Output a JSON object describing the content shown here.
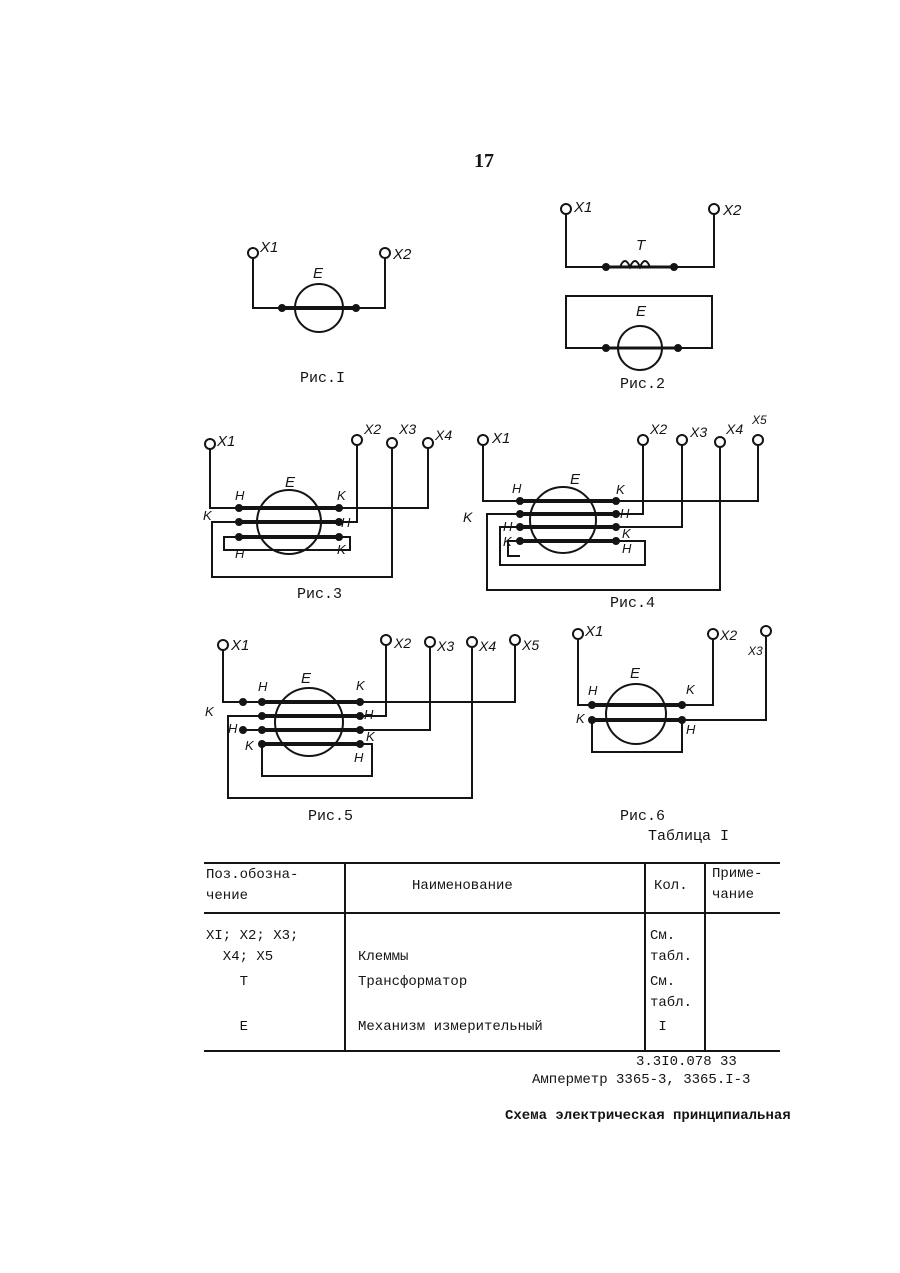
{
  "page_number": "17",
  "figures": {
    "fig1": {
      "caption": "Рис.I",
      "terminals": [
        "X1",
        "X2"
      ],
      "element": "E"
    },
    "fig2": {
      "caption": "Рис.2",
      "terminals": [
        "X1",
        "X2"
      ],
      "transformer": "T",
      "element": "E"
    },
    "fig3": {
      "caption": "Рис.3",
      "terminals": [
        "X1",
        "X2",
        "X3",
        "X4"
      ],
      "element": "E",
      "coil_labels": [
        "H",
        "K",
        "K",
        "H",
        "H",
        "K"
      ]
    },
    "fig4": {
      "caption": "Рис.4",
      "terminals": [
        "X1",
        "X2",
        "X3",
        "X4",
        "X5"
      ],
      "element": "E",
      "coil_labels": [
        "H",
        "K",
        "H",
        "K",
        "H",
        "K",
        "K",
        "H"
      ]
    },
    "fig5": {
      "caption": "Рис.5",
      "terminals": [
        "X1",
        "X2",
        "X3",
        "X4",
        "X5"
      ],
      "element": "E",
      "coil_labels": [
        "H",
        "K",
        "K",
        "H",
        "H",
        "K",
        "K",
        "H"
      ]
    },
    "fig6": {
      "caption": "Рис.6",
      "terminals": [
        "X1",
        "X2",
        "X3"
      ],
      "element": "E",
      "coil_labels": [
        "H",
        "K",
        "K",
        "H"
      ]
    }
  },
  "table": {
    "title": "Таблица I",
    "headers": {
      "pos": "Поз.обозна-\nчение",
      "name": "Наименование",
      "qty": "Кол.",
      "note": "Приме-\nчание"
    },
    "rows": [
      {
        "pos": "XI; X2; X3;\n  X4; X5",
        "name": "\nКлеммы",
        "qty": "См.\nтабл."
      },
      {
        "pos": "    T",
        "name": "Трансформатор",
        "qty": "См.\nтабл."
      },
      {
        "pos": "    E",
        "name": "Механизм измерительный",
        "qty": " I"
      }
    ]
  },
  "footer": {
    "code": "3.3I0.078 33",
    "device": "Амперметр 3365-3, 3365.I-3",
    "scheme": "Схема электрическая принципиальная"
  }
}
